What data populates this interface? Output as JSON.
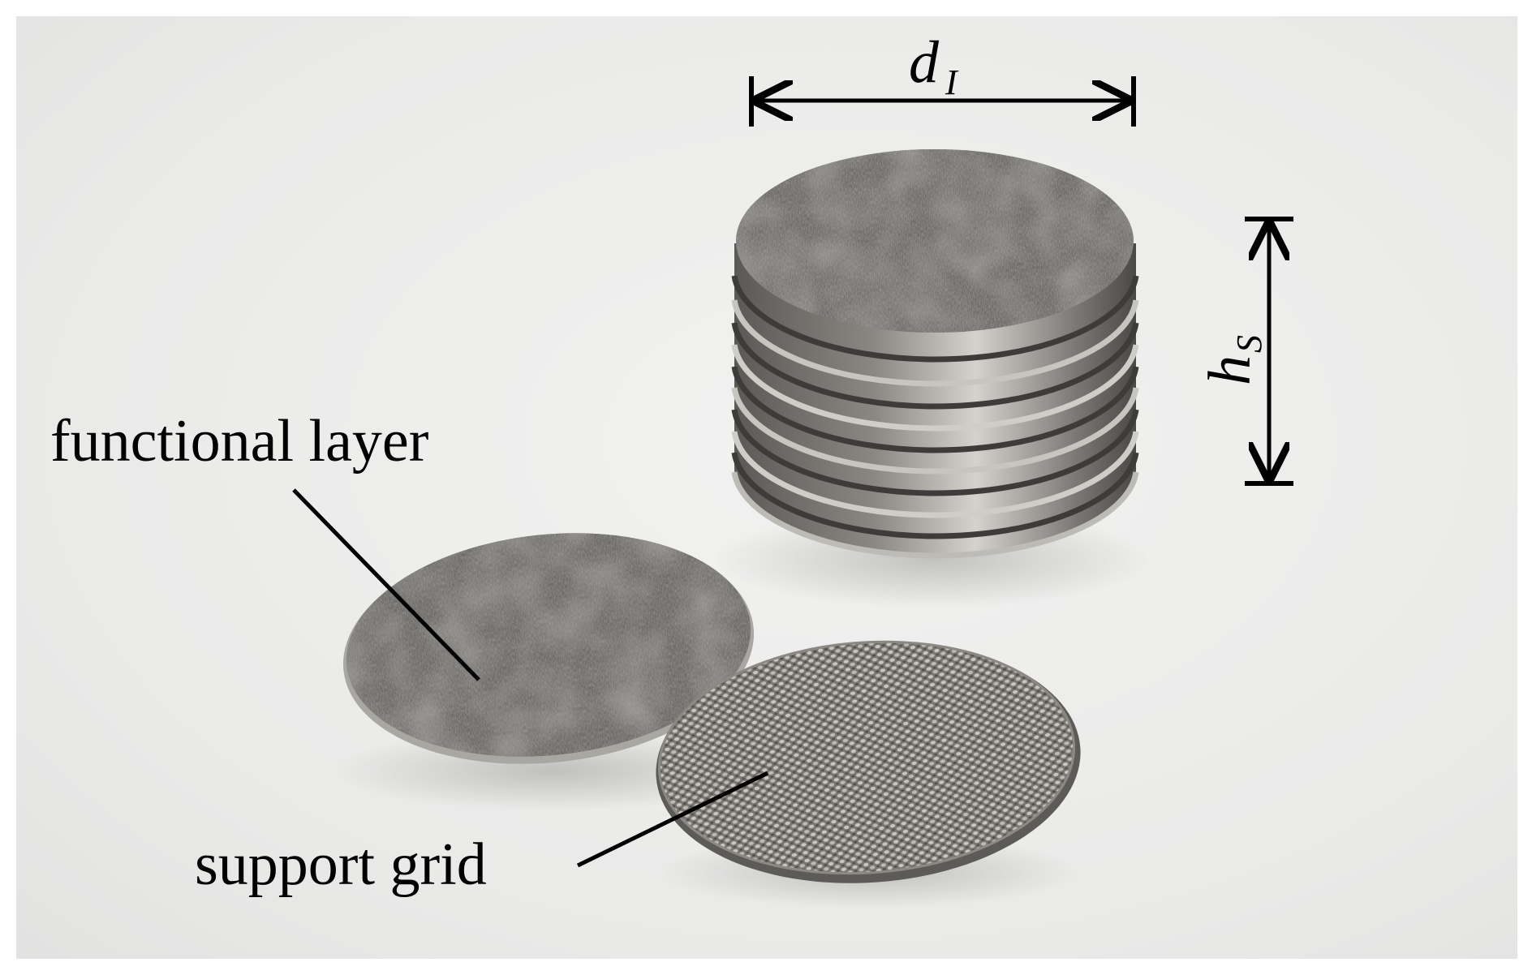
{
  "labels": {
    "functional_layer": "functional layer",
    "support_grid": "support grid",
    "diameter_symbol": "d",
    "diameter_subscript": "I",
    "height_symbol": "h",
    "height_subscript": "S"
  },
  "colors": {
    "background_paper": "#ebebeb",
    "felt_gray": "#6f6d69",
    "felt_dark": "#4e4c49",
    "mesh_light": "#b7b4ae",
    "mesh_dark": "#6e6b66",
    "annotation": "#000000"
  }
}
